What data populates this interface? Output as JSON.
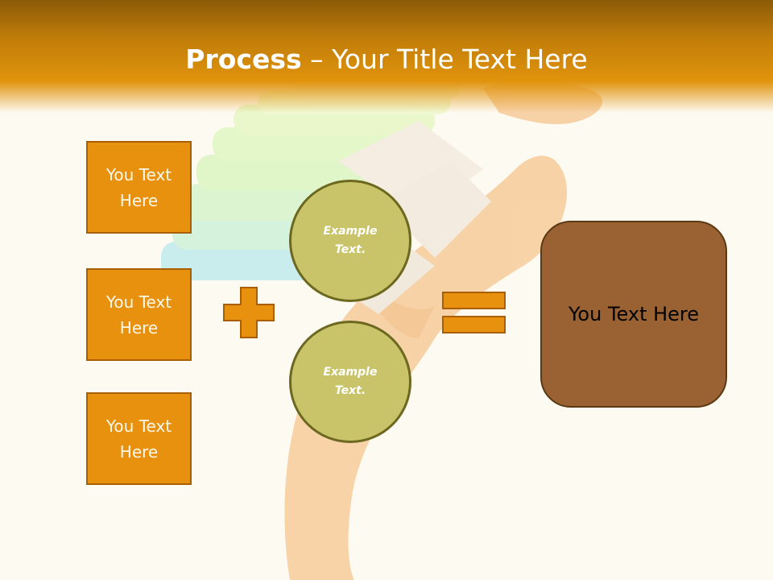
{
  "header": {
    "title_bold": "Process",
    "title_rest": " – Your Title Text Here"
  },
  "left_boxes": [
    {
      "label": "You Text Here"
    },
    {
      "label": "You Text Here"
    },
    {
      "label": "You Text Here"
    }
  ],
  "circles": [
    {
      "label": "Example Text."
    },
    {
      "label": "Example Text."
    }
  ],
  "operators": {
    "plus": "plus-sign",
    "equals": "equals-sign"
  },
  "result_box": {
    "label": "You Text Here"
  },
  "colors": {
    "header_top": "#8c5a08",
    "header_bottom": "#e0930c",
    "box_fill": "#e8910f",
    "box_border": "#a85f00",
    "circle_fill": "#c9c46a",
    "circle_border": "#6c6820",
    "result_fill": "#9a6233",
    "result_border": "#5a3813",
    "background": "#fdfaf2"
  }
}
